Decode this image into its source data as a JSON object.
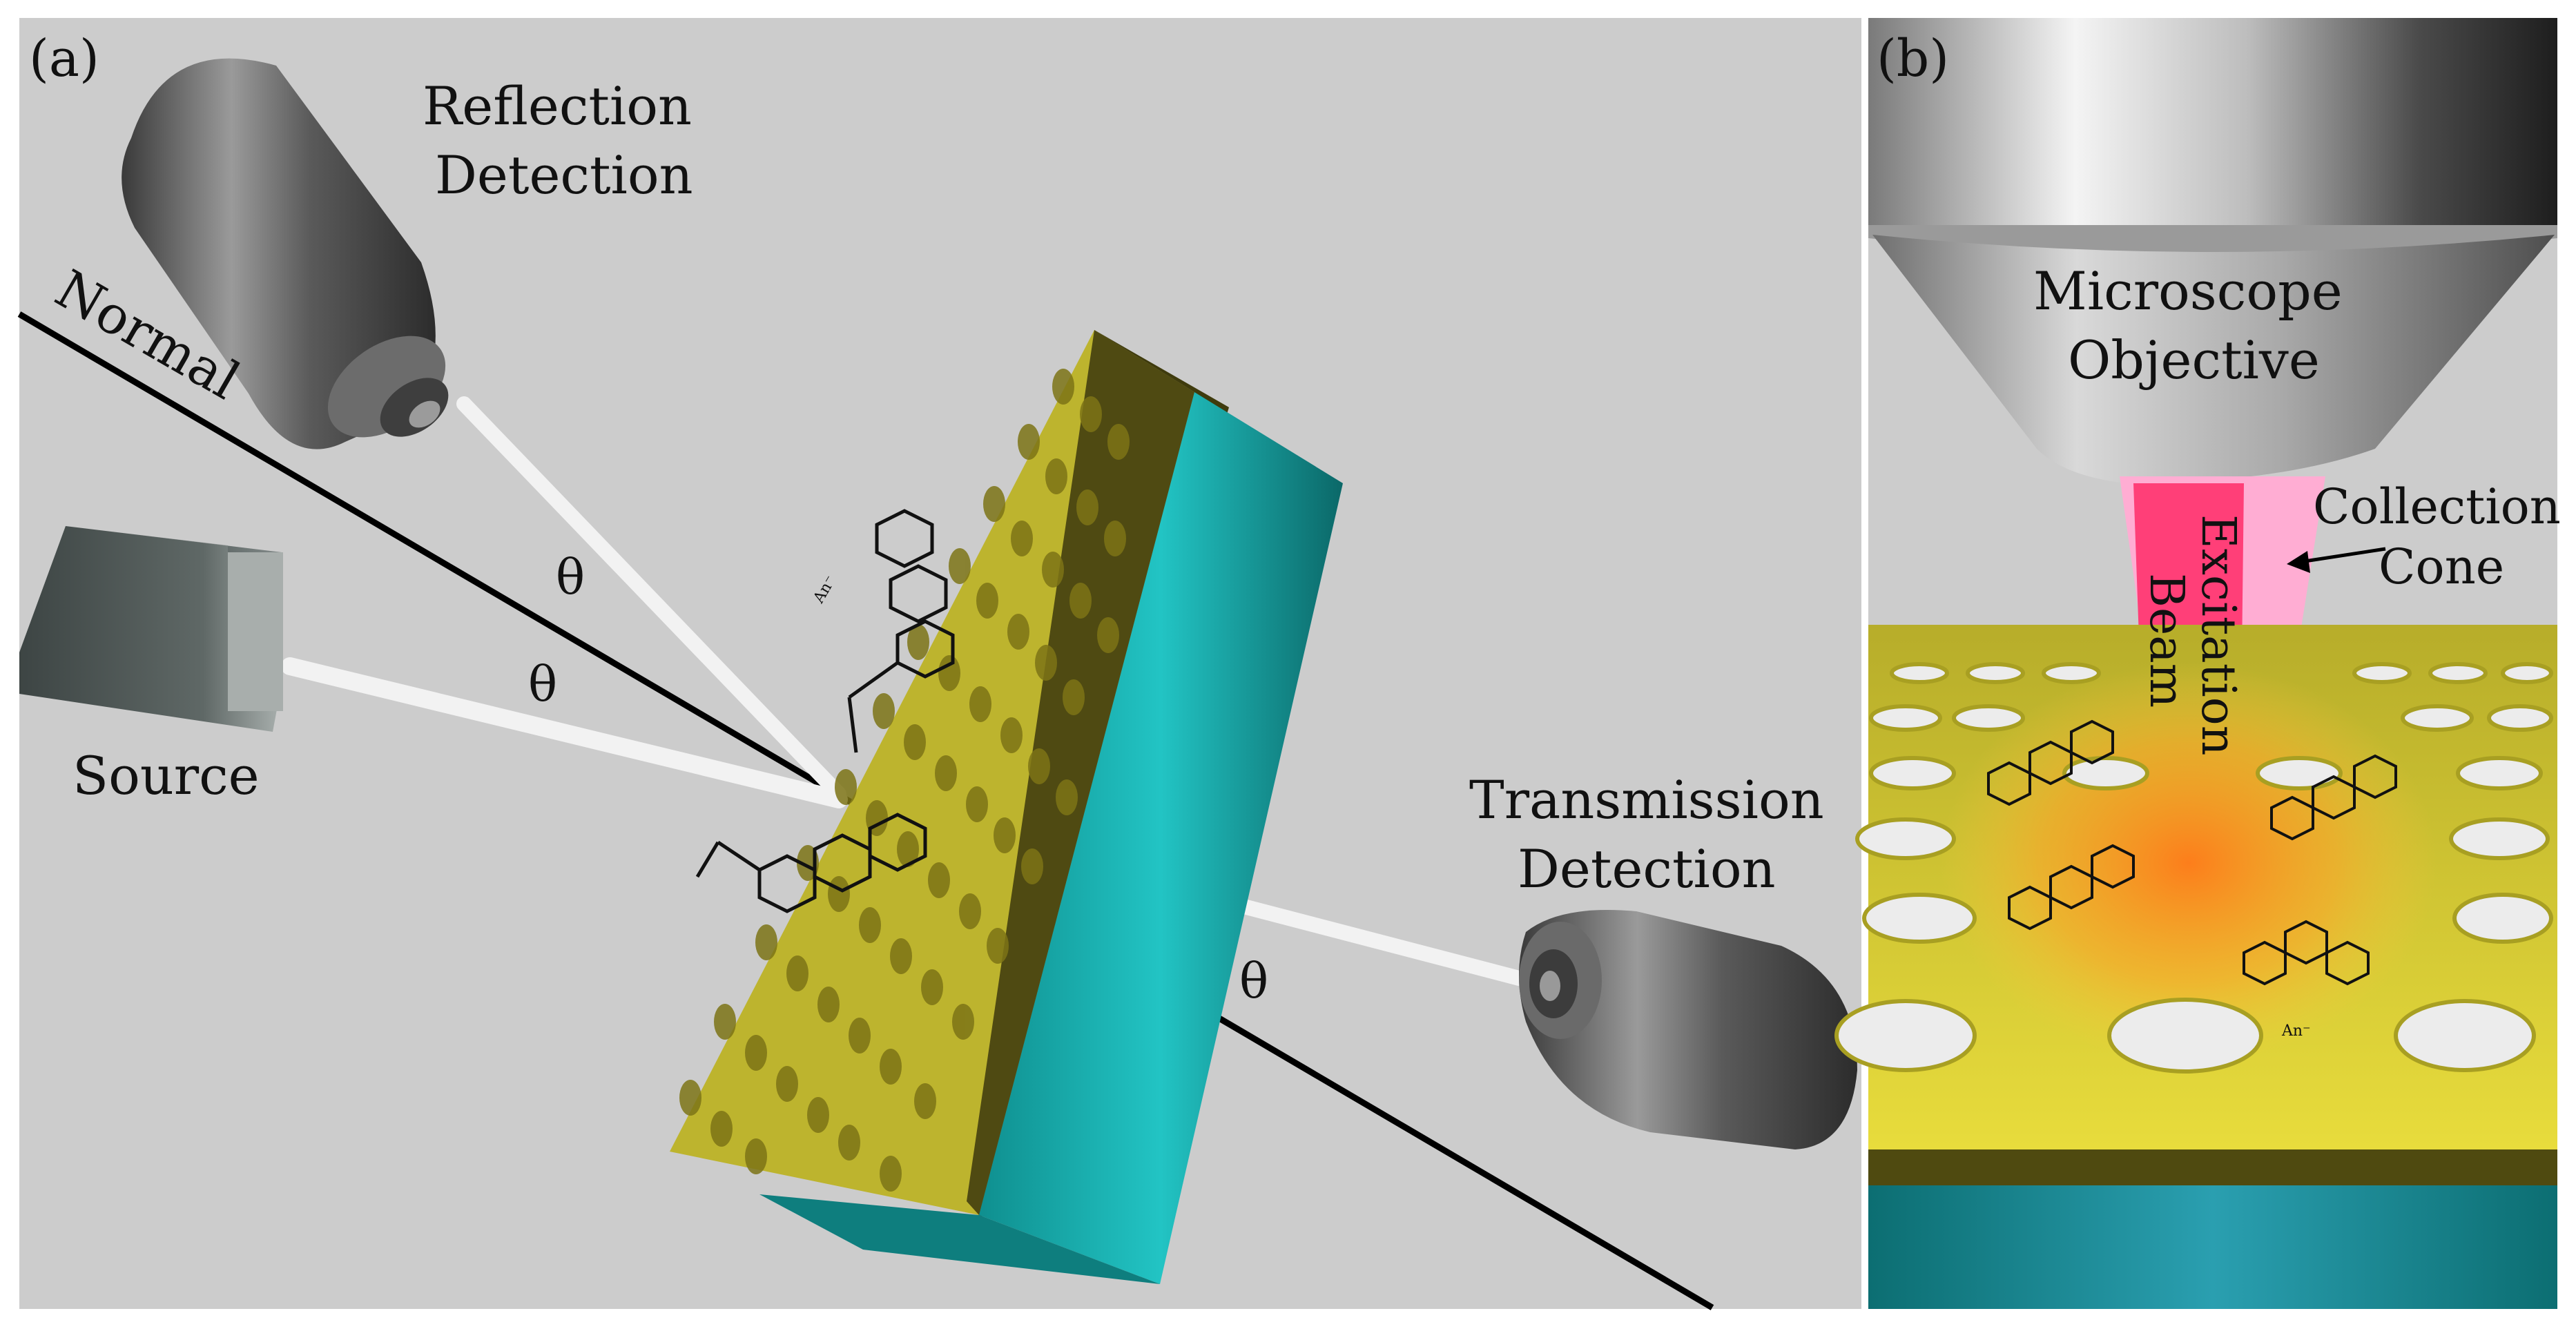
{
  "panel_a": {
    "label": "(a)",
    "reflection_detection": [
      "Reflection",
      "Detection"
    ],
    "normal": "Normal",
    "source": "Source",
    "transmission_detection": [
      "Transmission",
      "Detection"
    ],
    "theta": "θ",
    "dye_counterion": "An⁻"
  },
  "panel_b": {
    "label": "(b)",
    "microscope_objective": [
      "Microscope",
      "Objective"
    ],
    "excitation_beam": [
      "Excitation",
      "Beam"
    ],
    "collection_cone": [
      "Collection",
      "Cone"
    ],
    "dye_counterion": "An⁻"
  },
  "colors": {
    "background": "#cccccc",
    "gold_film": "#c9bd2e",
    "substrate": "#1fbdbd",
    "excitation_beam": "#ff3f78",
    "collection_cone": "#ffadd3",
    "objective_metal": "#7b7b7b"
  }
}
